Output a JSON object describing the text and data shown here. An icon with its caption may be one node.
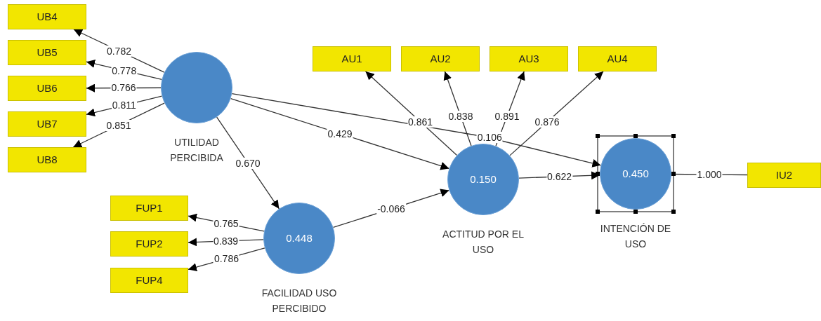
{
  "diagram": {
    "nodes": [
      {
        "text": [
          "UB4"
        ]
      },
      {
        "text": [
          "UB5"
        ]
      },
      {
        "text": [
          "UB6"
        ]
      },
      {
        "text": [
          "UB7"
        ]
      },
      {
        "text": [
          "UB8"
        ]
      },
      {
        "text": [
          "UTILIDAD PERCIBIDA"
        ]
      },
      {
        "text": [
          "AU1"
        ]
      },
      {
        "text": [
          "AU2"
        ]
      },
      {
        "text": [
          "AU3"
        ]
      },
      {
        "text": [
          "AU4"
        ]
      },
      {
        "text": [
          "0.150",
          "ACTITUD POR EL USO"
        ]
      },
      {
        "text": [
          "0.450",
          "INTENCIÓN DE USO"
        ]
      },
      {
        "text": [
          "IU2"
        ]
      },
      {
        "text": [
          "FUP1"
        ]
      },
      {
        "text": [
          "FUP2"
        ]
      },
      {
        "text": [
          "FUP4"
        ]
      },
      {
        "text": [
          "0.448",
          "FACILIDAD USO PERCIBIDO"
        ]
      }
    ],
    "edges": [
      {
        "from": 5,
        "to": 0,
        "arrow": "to",
        "label": "0.782"
      },
      {
        "from": 5,
        "to": 1,
        "arrow": "to",
        "label": "0.778"
      },
      {
        "from": 5,
        "to": 2,
        "arrow": "to",
        "label": "0.766"
      },
      {
        "from": 5,
        "to": 3,
        "arrow": "to",
        "label": "0.811"
      },
      {
        "from": 5,
        "to": 4,
        "arrow": "to",
        "label": "0.851"
      },
      {
        "from": 10,
        "to": 6,
        "arrow": "to",
        "label": "0.861"
      },
      {
        "from": 10,
        "to": 7,
        "arrow": "to",
        "label": "0.838"
      },
      {
        "from": 10,
        "to": 8,
        "arrow": "to",
        "label": "0.891"
      },
      {
        "from": 10,
        "to": 9,
        "arrow": "to",
        "label": "0.876"
      },
      {
        "from": 5,
        "to": 10,
        "arrow": "to",
        "label": "0.429"
      },
      {
        "from": 5,
        "to": 11,
        "arrow": "to",
        "label": "0.106"
      },
      {
        "from": 5,
        "to": 16,
        "arrow": "to",
        "label": "0.670"
      },
      {
        "from": 16,
        "to": 10,
        "arrow": "to",
        "label": "-0.066"
      },
      {
        "from": 10,
        "to": 11,
        "arrow": "to",
        "label": "0.622"
      },
      {
        "from": 11,
        "to": 12,
        "arrow": "none",
        "label": "1.000"
      },
      {
        "from": 16,
        "to": 13,
        "arrow": "to",
        "label": "0.765"
      },
      {
        "from": 16,
        "to": 14,
        "arrow": "to",
        "label": "0.839"
      },
      {
        "from": 16,
        "to": 15,
        "arrow": "to",
        "label": "0.786"
      }
    ]
  }
}
